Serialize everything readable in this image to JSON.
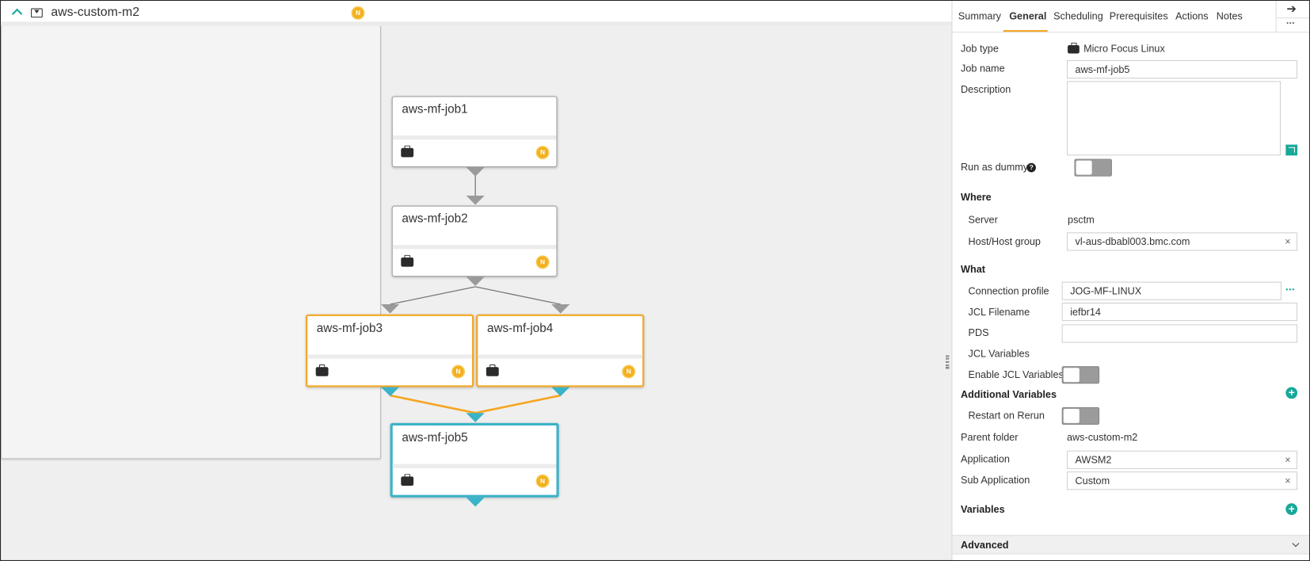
{
  "canvas": {
    "folder": {
      "name": "aws-custom-m2",
      "status_badge": "N"
    },
    "jobs": [
      {
        "name": "aws-mf-job1",
        "badge": "N"
      },
      {
        "name": "aws-mf-job2",
        "badge": "N"
      },
      {
        "name": "aws-mf-job3",
        "badge": "N"
      },
      {
        "name": "aws-mf-job4",
        "badge": "N"
      },
      {
        "name": "aws-mf-job5",
        "badge": "N"
      }
    ],
    "selected_job": "aws-mf-job5"
  },
  "colors": {
    "accent": "#18a89a",
    "tab_underline": "#f5a623",
    "selected_border": "#3bb3c8",
    "neighbor_border": "#f5a623",
    "badge": "#f2b01e"
  },
  "panel": {
    "tabs": [
      "Summary",
      "General",
      "Scheduling",
      "Prerequisites",
      "Actions",
      "Notes"
    ],
    "active_tab": "General",
    "job_type_label": "Job type",
    "job_type_value": "Micro Focus Linux",
    "job_name_label": "Job name",
    "job_name_value": "aws-mf-job5",
    "description_label": "Description",
    "description_value": "",
    "run_as_dummy_label": "Run as dummy",
    "run_as_dummy": false,
    "where_heading": "Where",
    "server_label": "Server",
    "server_value": "psctm",
    "host_label": "Host/Host group",
    "host_value": "vl-aus-dbabl003.bmc.com",
    "what_heading": "What",
    "connection_profile_label": "Connection profile",
    "connection_profile_value": "JOG-MF-LINUX",
    "jcl_filename_label": "JCL Filename",
    "jcl_filename_value": "iefbr14",
    "pds_label": "PDS",
    "pds_value": "",
    "jcl_variables_label": "JCL Variables",
    "enable_jcl_label": "Enable JCL Variables",
    "enable_jcl": false,
    "additional_heading": "Additional Variables",
    "restart_label": "Restart on Rerun",
    "restart": false,
    "parent_folder_label": "Parent folder",
    "parent_folder_value": "aws-custom-m2",
    "application_label": "Application",
    "application_value": "AWSM2",
    "sub_application_label": "Sub Application",
    "sub_application_value": "Custom",
    "variables_heading": "Variables",
    "advanced_label": "Advanced",
    "clear_glyph": "×",
    "more_glyph": "•••",
    "arrow_glyph": "➔",
    "plus_glyph": "+",
    "help_glyph": "?"
  }
}
